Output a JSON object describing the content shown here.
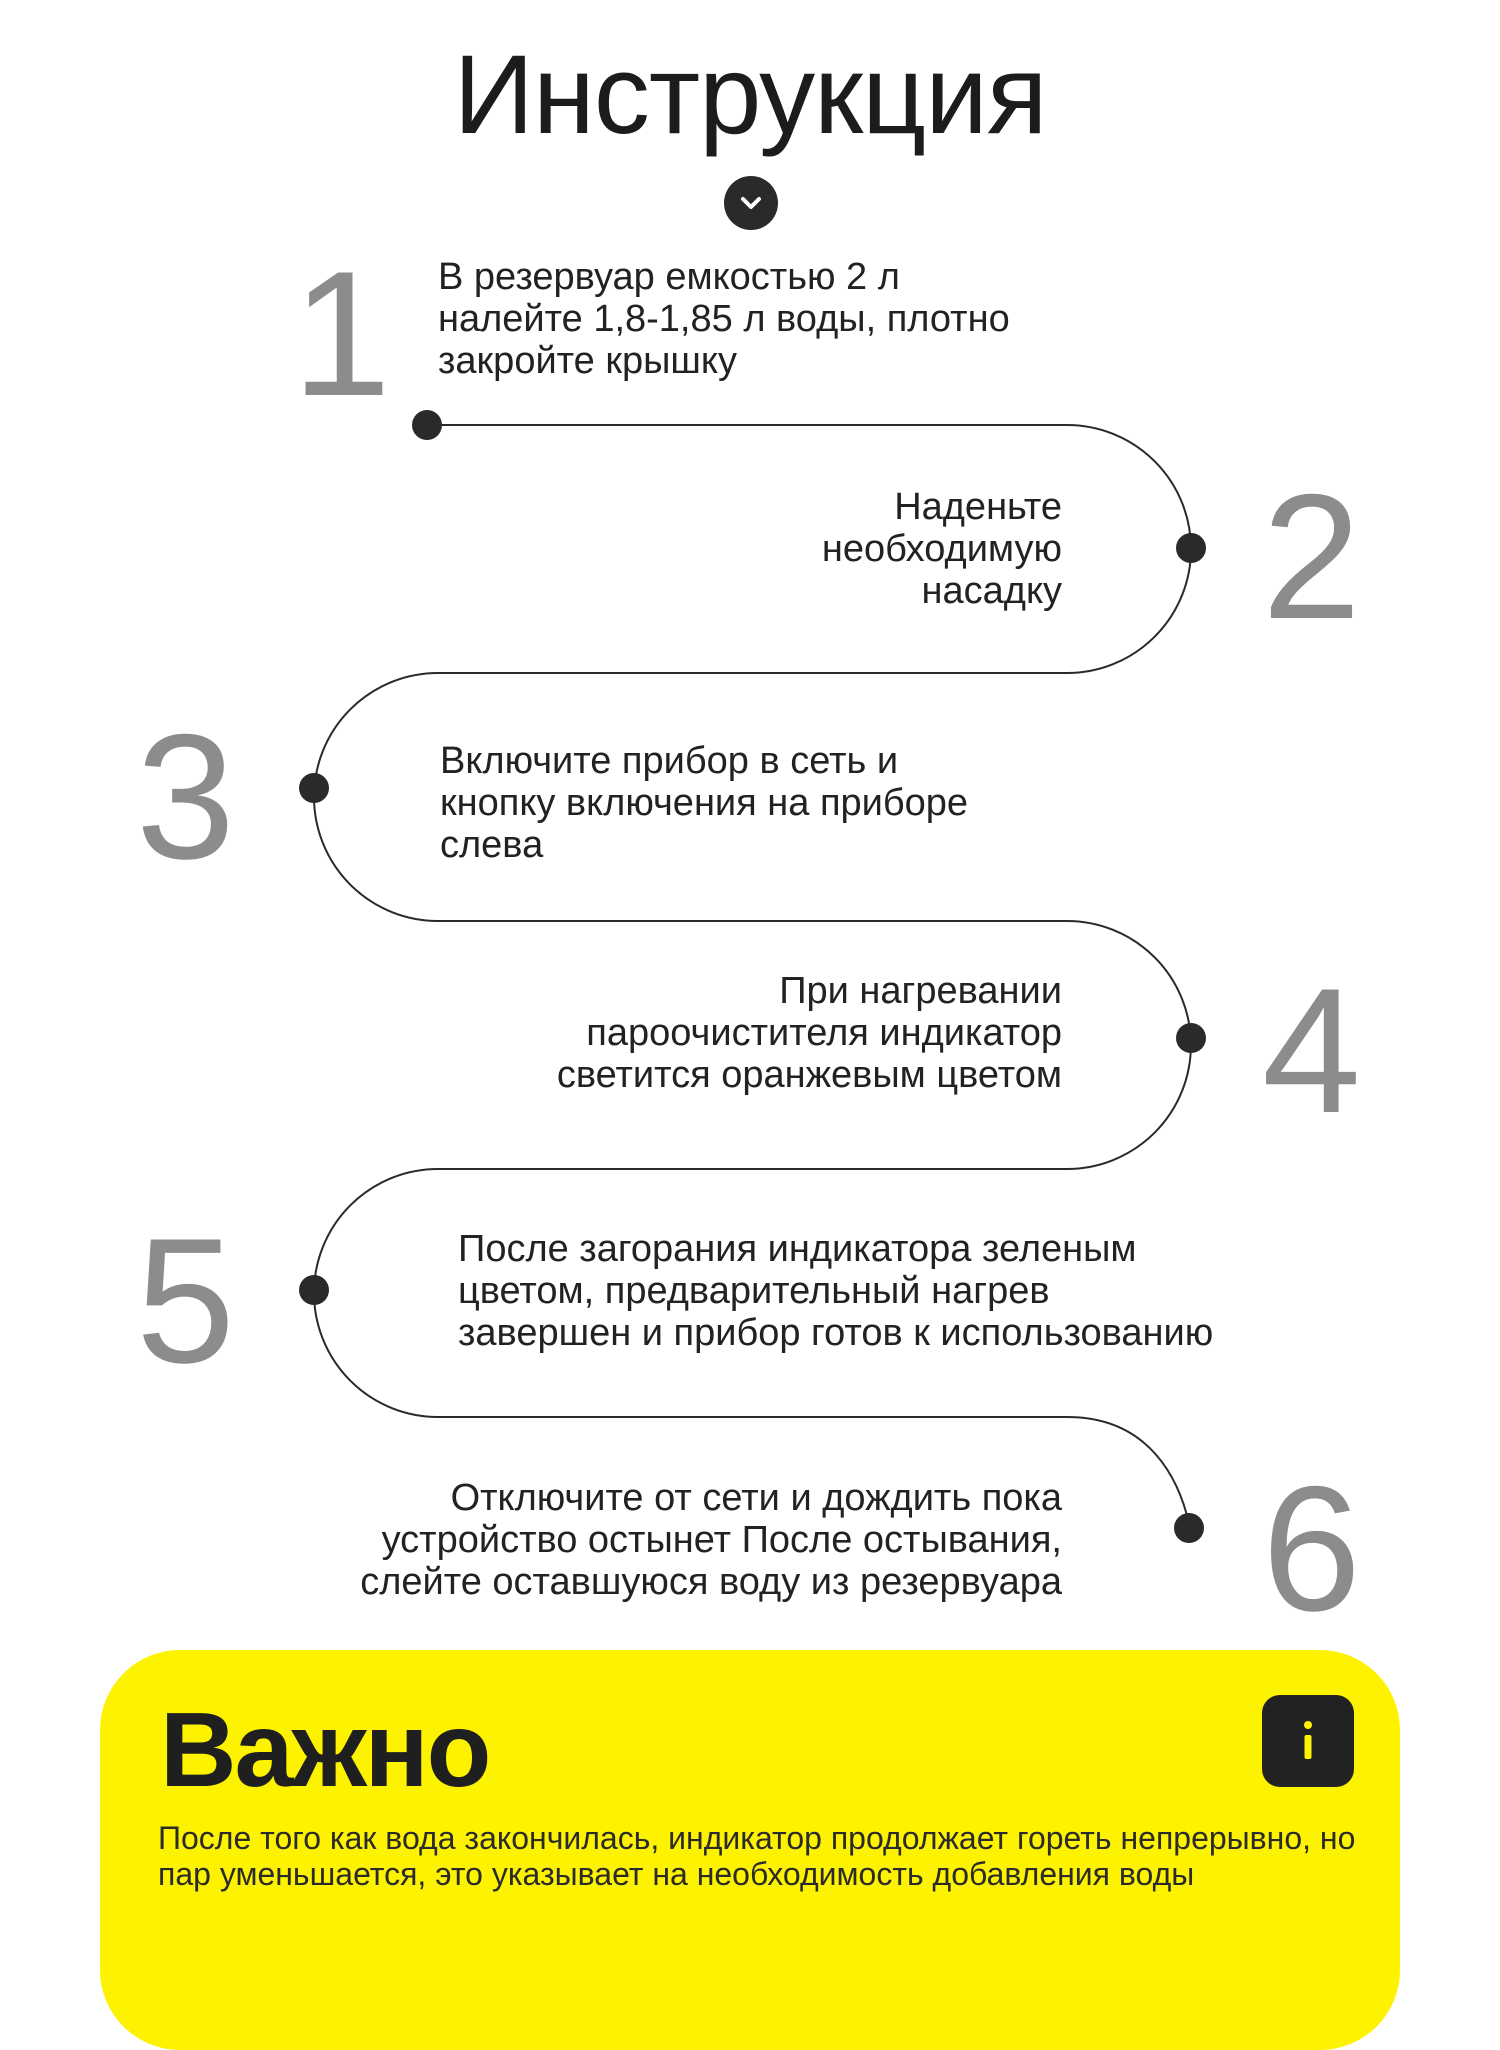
{
  "header": {
    "title": "Инструкция"
  },
  "steps": [
    {
      "number": "1",
      "text": "В резервуар емкостью 2 л\nналейте 1,8-1,85 л воды, плотно\nзакройте крышку"
    },
    {
      "number": "2",
      "text": "Наденьте\nнеобходимую\nнасадку"
    },
    {
      "number": "3",
      "text": "Включите прибор в сеть и\nкнопку включения на приборе\nслева"
    },
    {
      "number": "4",
      "text": "При нагревании\nпароочистителя индикатор\nсветится оранжевым цветом"
    },
    {
      "number": "5",
      "text": "После загорания индикатора зеленым\nцветом, предварительный нагрев\nзавершен и прибор готов к использованию"
    },
    {
      "number": "6",
      "text": "Отключите от сети и дождить пока\nустройство остынет  После остывания,\nслейте оставшуюся воду из резервуара"
    }
  ],
  "important": {
    "title": "Важно",
    "text": "После того как вода закончилась, индикатор продолжает гореть непрерывно, но пар уменьшается, это указывает на необходимость добавления воды"
  },
  "colors": {
    "accent_yellow": "#fdf200",
    "dark": "#222222",
    "number_gray": "#8c8c8c"
  },
  "icons": {
    "scroll": "chevron-down-icon",
    "info": "info-icon"
  }
}
